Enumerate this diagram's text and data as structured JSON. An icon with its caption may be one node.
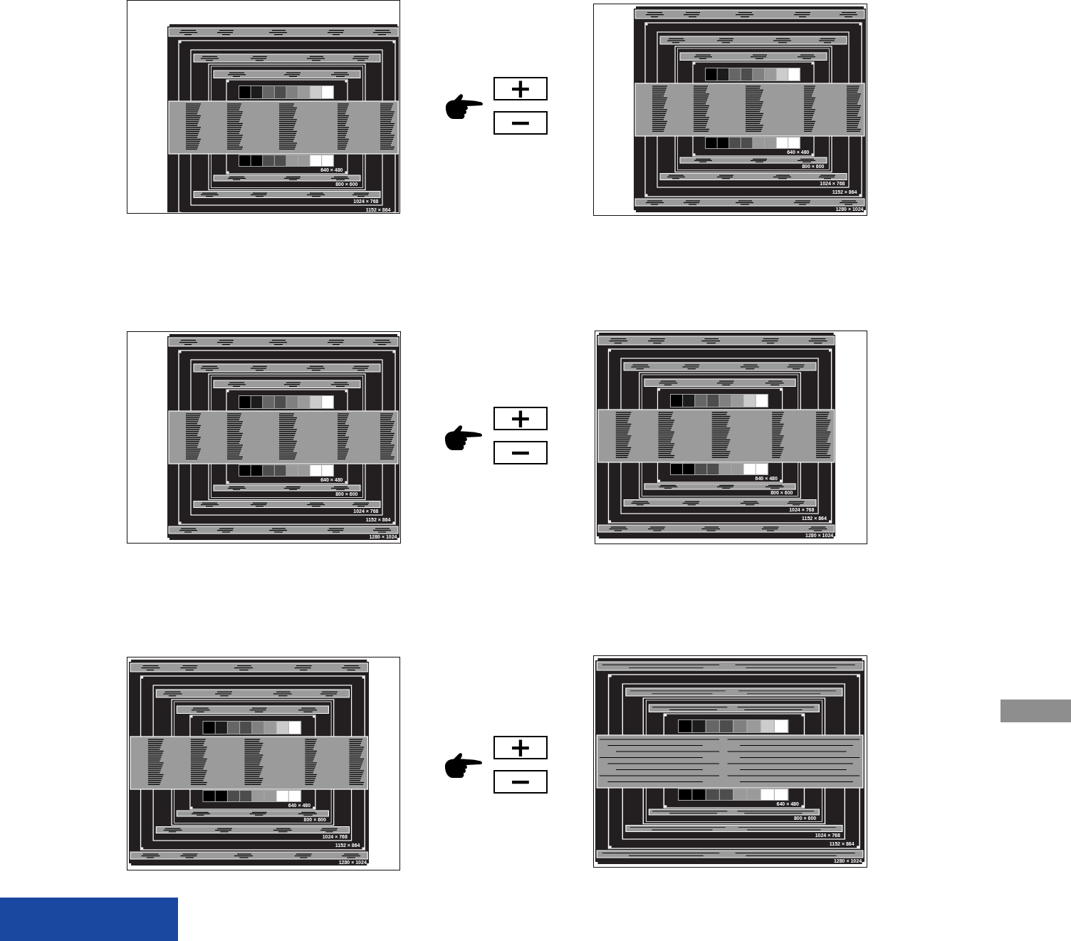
{
  "diagram": {
    "nodes": [
      {
        "text": [
          "640 × 480",
          "800 × 600",
          "1024 × 768",
          "1152 × 864"
        ]
      },
      {
        "text": [
          "+"
        ]
      },
      {
        "text": [
          "−"
        ]
      },
      {
        "text": [
          "640 × 480",
          "800 × 600",
          "1024 × 768",
          "1152 × 864",
          "1280 × 1024"
        ]
      },
      {
        "text": [
          "640 × 480",
          "800 × 600",
          "1024 × 768",
          "1152 × 864",
          "1280 × 1024"
        ]
      },
      {
        "text": [
          "+"
        ]
      },
      {
        "text": [
          "−"
        ]
      },
      {
        "text": [
          "640 × 480",
          "800 × 600",
          "1024 × 768",
          "1152 × 864",
          "1280 × 1024"
        ]
      },
      {
        "text": [
          "640 × 480",
          "800 × 600",
          "1024 × 768",
          "1152 × 864",
          "1280 × 1024"
        ]
      },
      {
        "text": [
          "+"
        ]
      },
      {
        "text": [
          "−"
        ]
      },
      {
        "text": [
          "640 × 480",
          "800 × 600",
          "1024 × 768",
          "1152 × 864",
          "1280 × 1024"
        ]
      },
      {
        "text": [],
        "shape": "box"
      },
      {
        "text": [],
        "shape": "box"
      }
    ]
  }
}
